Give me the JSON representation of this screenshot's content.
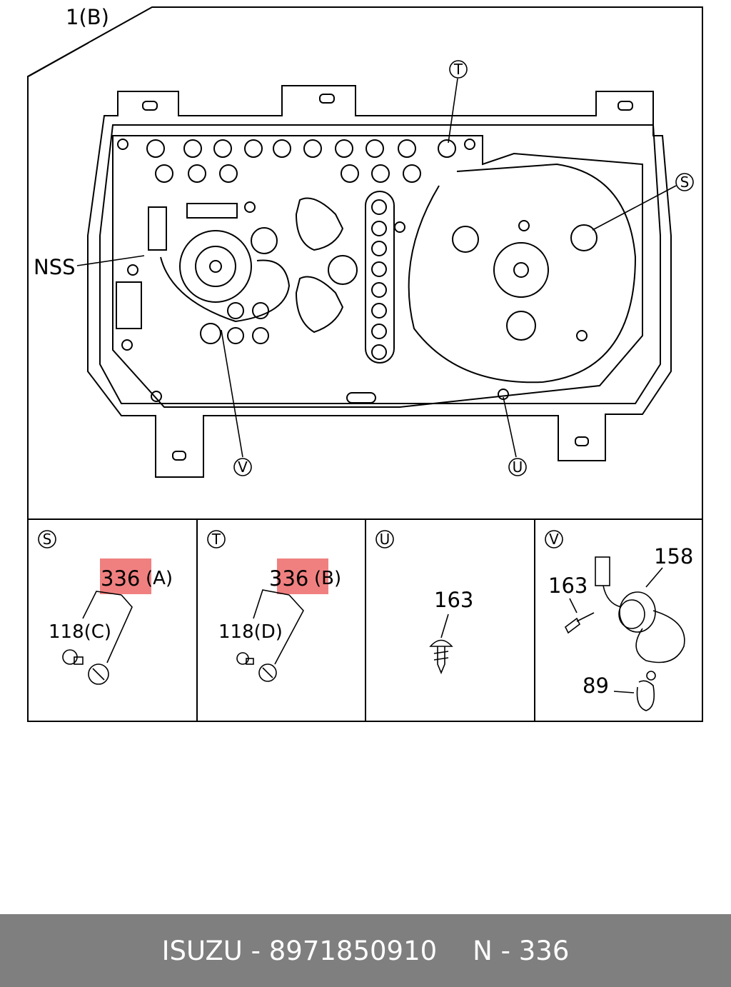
{
  "diagram": {
    "main_assembly_label": "1(B)",
    "callout_nss": "NSS",
    "callouts": {
      "s": "S",
      "t": "T",
      "u": "U",
      "v": "V"
    },
    "colors": {
      "highlight": "#f08080",
      "line": "#000000",
      "background": "#ffffff"
    },
    "panels": [
      {
        "id": "S",
        "part": "336",
        "suffix": "(A)",
        "sub": "118(C)"
      },
      {
        "id": "T",
        "part": "336",
        "suffix": "(B)",
        "sub": "118(D)"
      },
      {
        "id": "U",
        "part": "163"
      },
      {
        "id": "V",
        "parts": [
          "158",
          "163",
          "89"
        ]
      }
    ]
  },
  "footer": {
    "brand": "ISUZU",
    "separator": " - ",
    "part_number": "8971850910",
    "ref_prefix": "N",
    "ref_number": "336",
    "background": "#7f7f7f"
  }
}
